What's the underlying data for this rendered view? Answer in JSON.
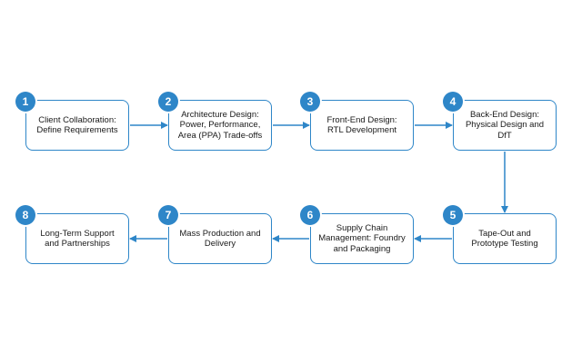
{
  "colors": {
    "accent": "#2e86c8",
    "text": "#1a1a1a",
    "background": "#ffffff"
  },
  "steps": [
    {
      "number": "1",
      "label": "Client Collaboration:\nDefine Requirements"
    },
    {
      "number": "2",
      "label": "Architecture Design:\nPower, Performance,\nArea (PPA) Trade-offs"
    },
    {
      "number": "3",
      "label": "Front-End Design:\nRTL Development"
    },
    {
      "number": "4",
      "label": "Back-End Design:\nPhysical Design and\nDfT"
    },
    {
      "number": "5",
      "label": "Tape-Out and\nPrototype Testing"
    },
    {
      "number": "6",
      "label": "Supply Chain\nManagement: Foundry\nand Packaging"
    },
    {
      "number": "7",
      "label": "Mass Production and\nDelivery"
    },
    {
      "number": "8",
      "label": "Long-Term Support\nand Partnerships"
    }
  ],
  "connections": [
    {
      "from": "1",
      "to": "2"
    },
    {
      "from": "2",
      "to": "3"
    },
    {
      "from": "3",
      "to": "4"
    },
    {
      "from": "4",
      "to": "5"
    },
    {
      "from": "5",
      "to": "6"
    },
    {
      "from": "6",
      "to": "7"
    },
    {
      "from": "7",
      "to": "8"
    }
  ]
}
